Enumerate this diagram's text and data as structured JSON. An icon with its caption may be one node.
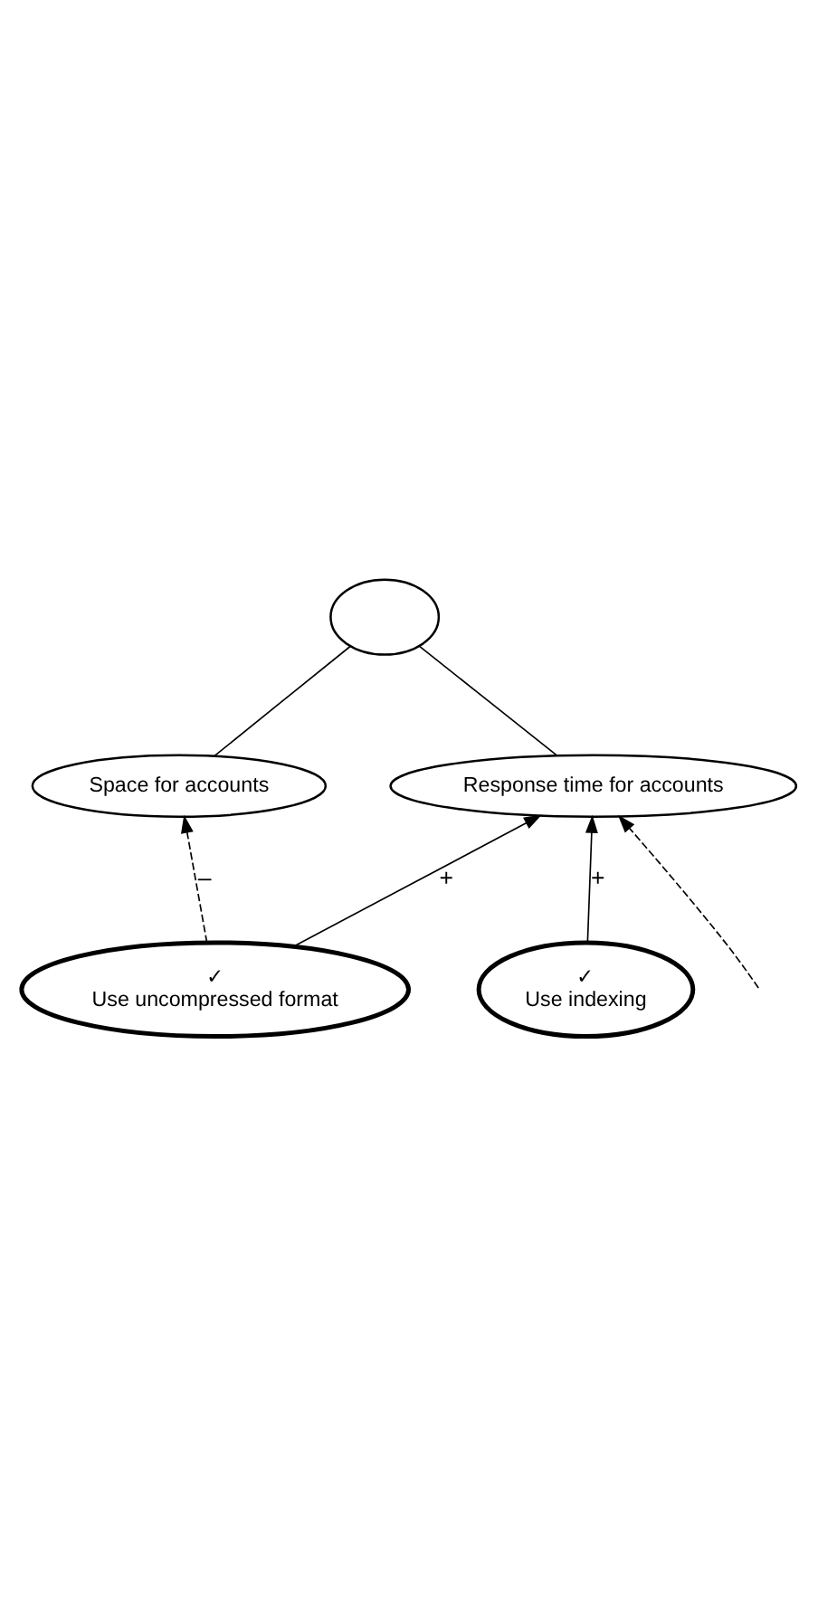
{
  "diagram": {
    "nodes": [
      {
        "text": [],
        "shape": "cloud"
      },
      {
        "text": [
          "Space for accounts"
        ]
      },
      {
        "text": [
          "Response time for accounts"
        ]
      },
      {
        "text": [
          "✓",
          "Use indexing"
        ]
      },
      {
        "text": [
          "✓",
          "Use uncompressed format"
        ]
      }
    ],
    "edges": [
      {
        "from": 1,
        "to": 0,
        "arrow": "none"
      },
      {
        "from": 2,
        "to": 0,
        "arrow": "none"
      },
      {
        "from": 4,
        "to": 1,
        "arrow": "to",
        "style": "dashed",
        "label": "–"
      },
      {
        "from": 4,
        "to": 2,
        "arrow": "to",
        "label": "+"
      },
      {
        "from": 3,
        "to": 2,
        "arrow": "to",
        "label": "+"
      },
      {
        "from": null,
        "to": 2,
        "arrow": "to",
        "style": "dashed"
      }
    ]
  }
}
